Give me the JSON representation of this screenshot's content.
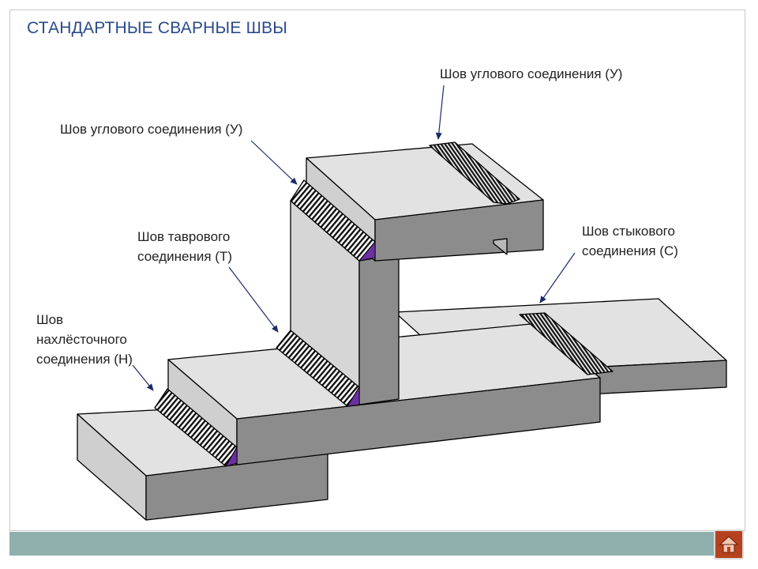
{
  "title": "СТАНДАРТНЫЕ СВАРНЫЕ ШВЫ",
  "labels": {
    "corner_top_right": "Шов углового соединения (У)",
    "corner_left": "Шов углового соединения (У)",
    "tee_line1": "Шов таврового",
    "tee_line2": "соединения (Т)",
    "butt_line1": "Шов стыкового",
    "butt_line2": "соединения (С)",
    "lap_line1": "Шов",
    "lap_line2": "нахлёсточного",
    "lap_line3": "соединения (Н)"
  },
  "colors": {
    "title": "#2a4a8a",
    "top_face": "#e2e2e2",
    "front_face": "#8c8c8c",
    "side_face": "#b8b8b8",
    "weld_accent": "#6b2fa0",
    "footer": "#8fb0ad",
    "home_button": "#b5421f"
  },
  "icons": {
    "home": "home-icon"
  }
}
